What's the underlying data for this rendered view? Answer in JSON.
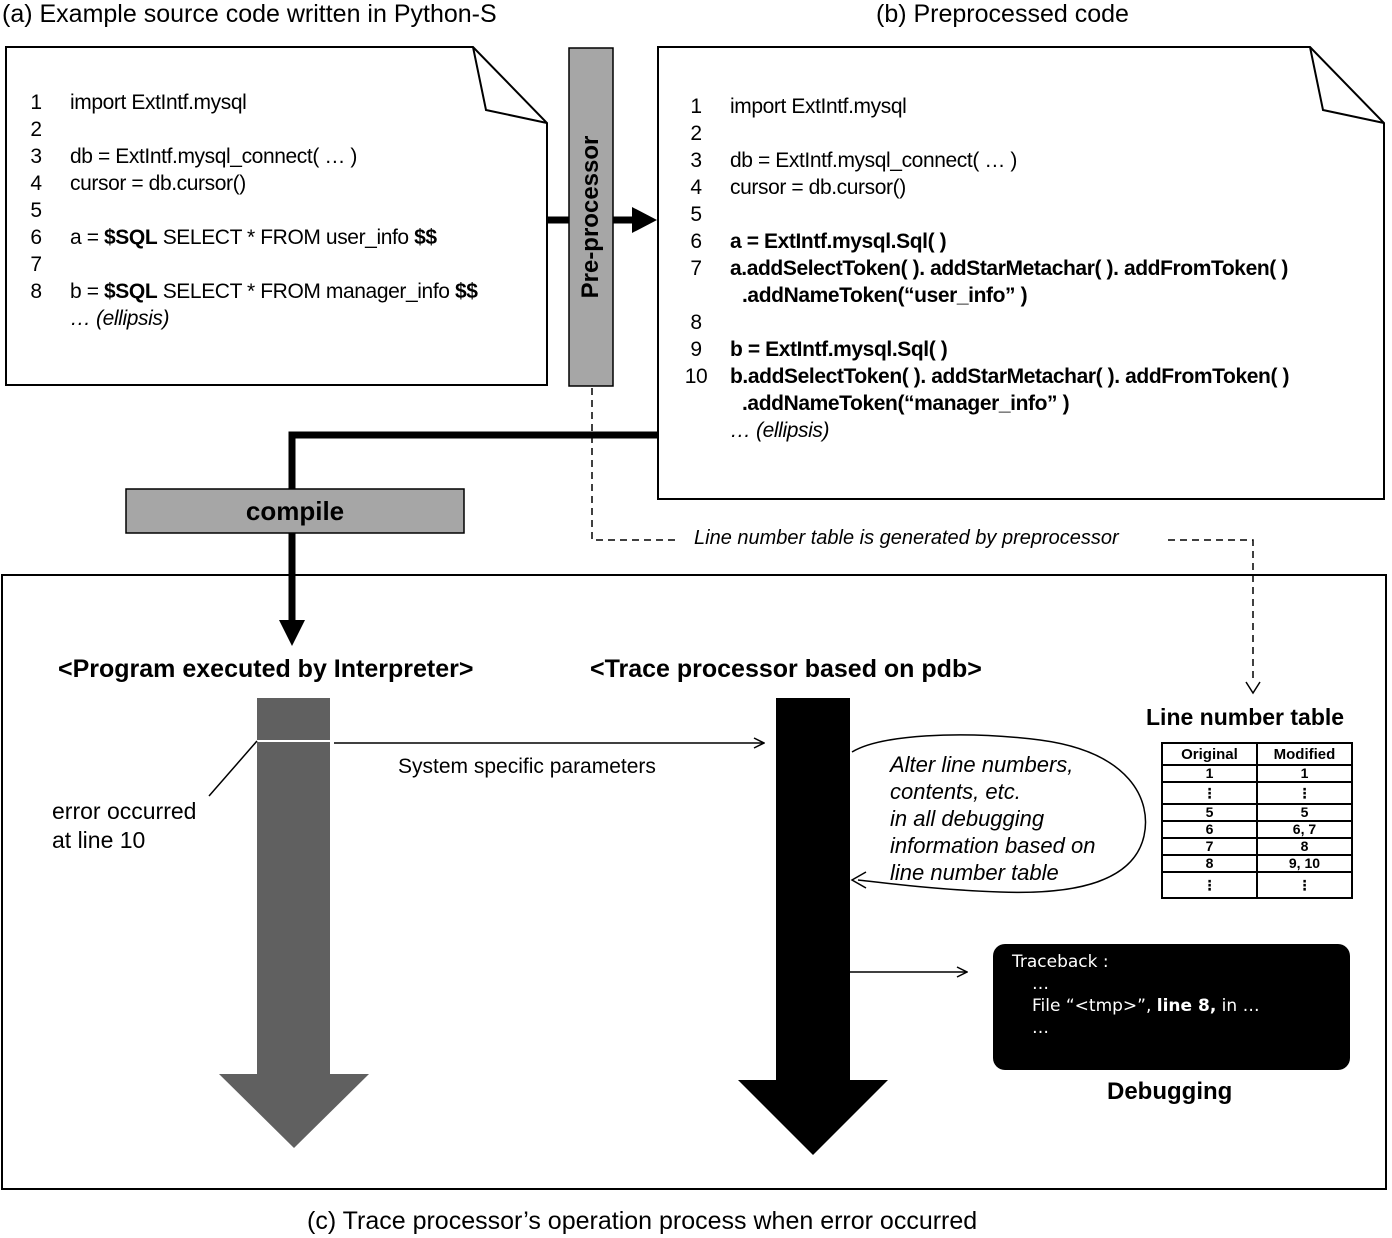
{
  "captions": {
    "a": "(a) Example source code written in Python-S",
    "b": "(b) Preprocessed code",
    "c": "(c) Trace processor’s  operation process when error occurred"
  },
  "source_code": {
    "lines": [
      {
        "num": "1",
        "text": "import ExtIntf.mysql"
      },
      {
        "num": "2",
        "text": ""
      },
      {
        "num": "3",
        "text": "db = ExtIntf.mysql_connect( … )"
      },
      {
        "num": "4",
        "text": "cursor = db.cursor()"
      },
      {
        "num": "5",
        "text": ""
      },
      {
        "num": "6",
        "pre": "a = ",
        "bold1": "$SQL",
        "mid": " SELECT * FROM user_info ",
        "bold2": "$$"
      },
      {
        "num": "7",
        "text": ""
      },
      {
        "num": "8",
        "pre": "b = ",
        "bold1": "$SQL",
        "mid": " SELECT * FROM manager_info ",
        "bold2": "$$"
      }
    ],
    "ellipsis": "… (ellipsis)"
  },
  "preprocessor_label": "Pre-processor",
  "preprocessed_code": {
    "lines": [
      {
        "num": "1",
        "text": "import ExtIntf.mysql",
        "bold": false
      },
      {
        "num": "2",
        "text": "",
        "bold": false
      },
      {
        "num": "3",
        "text": "db = ExtIntf.mysql_connect( … )",
        "bold": false
      },
      {
        "num": "4",
        "text": "cursor = db.cursor()",
        "bold": false
      },
      {
        "num": "5",
        "text": "",
        "bold": false
      },
      {
        "num": "6",
        "text": "a = ExtIntf.mysql.Sql( )",
        "bold": true
      },
      {
        "num": "7",
        "text": "a.addSelectToken( ). addStarMetachar( ). addFromToken( )",
        "bold": true
      },
      {
        "num": "",
        "text": ".addNameToken(“user_info” )",
        "bold": true,
        "indent": true
      },
      {
        "num": "8",
        "text": "",
        "bold": false
      },
      {
        "num": "9",
        "text": "b = ExtIntf.mysql.Sql( )",
        "bold": true
      },
      {
        "num": "10",
        "text": "b.addSelectToken( ). addStarMetachar( ). addFromToken( )",
        "bold": true
      },
      {
        "num": "",
        "text": ".addNameToken(“manager_info” )",
        "bold": true,
        "indent": true
      }
    ],
    "ellipsis": "… (ellipsis)"
  },
  "compile_label": "compile",
  "line_table_note": "Line number table is generated by preprocessor",
  "program_heading": "<Program executed by Interpreter>",
  "trace_heading": "<Trace processor based on pdb>",
  "error_note": [
    "error occurred",
    "at line 10"
  ],
  "params_label": "System  specific parameters",
  "alter_note": [
    "Alter line numbers,",
    "contents, etc.",
    "in all debugging",
    "information based on",
    "line number table"
  ],
  "line_number_table": {
    "title": "Line number table",
    "headers": [
      "Original",
      "Modified"
    ],
    "rows": [
      [
        "1",
        "1"
      ],
      [
        "⋮",
        "⋮"
      ],
      [
        "5",
        "5"
      ],
      [
        "6",
        "6, 7"
      ],
      [
        "7",
        "8"
      ],
      [
        "8",
        "9, 10"
      ],
      [
        "⋮",
        "⋮"
      ]
    ]
  },
  "traceback": {
    "title": "Traceback :",
    "line1": "…",
    "file_pre": "File “<tmp>”, ",
    "file_bold": "line 8,",
    "file_post": " in …",
    "line3": "…"
  },
  "debugging_label": "Debugging",
  "colors": {
    "gray_box": "#a6a6a6",
    "interpreter_arrow": "#606060",
    "trace_arrow": "#000000",
    "console_bg": "#000000"
  }
}
